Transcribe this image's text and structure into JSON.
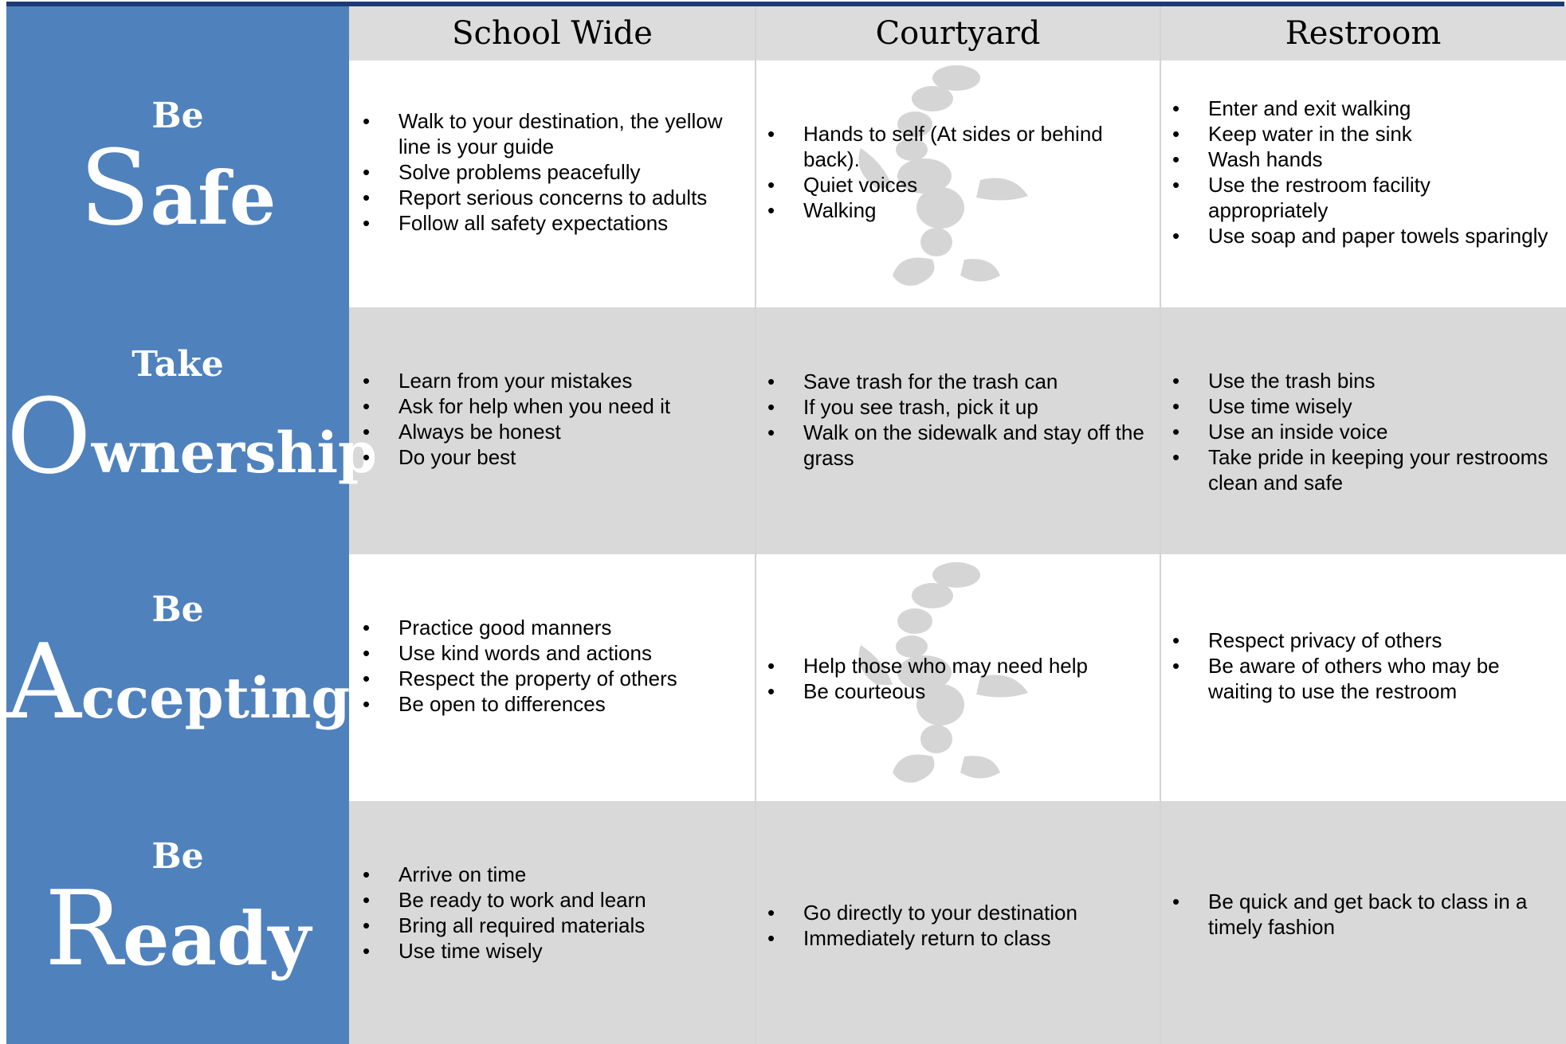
{
  "columns": [
    "School Wide",
    "Courtyard",
    "Restroom"
  ],
  "rows": [
    {
      "prefix": "Be",
      "cap": "S",
      "rest": "afe",
      "school_wide": [
        "Walk to your destination, the yellow line is your guide",
        "Solve problems peacefully",
        "Report serious concerns to adults",
        "Follow all safety expectations"
      ],
      "courtyard": [
        "Hands to self (At sides or behind back).",
        "Quiet  voices",
        "Walking"
      ],
      "restroom": [
        "Enter and exit walking",
        "Keep water in the sink",
        "Wash hands",
        "Use the restroom facility appropriately",
        "Use soap and paper towels sparingly"
      ]
    },
    {
      "prefix": "Take",
      "cap": "O",
      "rest": "wnership",
      "school_wide": [
        "Learn from your mistakes",
        "Ask for help when you need it",
        "Always be honest",
        "Do your best"
      ],
      "courtyard": [
        "Save trash for the trash can",
        " If you see trash, pick it up",
        "Walk on the sidewalk and stay off the grass"
      ],
      "restroom": [
        "Use the trash bins",
        "Use time wisely",
        "Use an inside voice",
        "Take pride in keeping your restrooms clean and safe"
      ]
    },
    {
      "prefix": "Be",
      "cap": "A",
      "rest": "ccepting",
      "school_wide": [
        "Practice good manners",
        "Use kind words and actions",
        "Respect the property of others",
        "Be open to differences"
      ],
      "courtyard": [
        "Help those who may need help",
        "Be courteous"
      ],
      "restroom": [
        "Respect privacy of others",
        "Be aware of others who may be waiting to use the restroom"
      ]
    },
    {
      "prefix": "Be",
      "cap": "R",
      "rest": "eady",
      "school_wide": [
        "Arrive on time",
        "Be ready to work and learn",
        "Bring all required materials",
        "Use time wisely"
      ],
      "courtyard": [
        "Go directly to your destination",
        "Immediately return to class"
      ],
      "restroom": [
        "Be quick and get back to class in a timely fashion"
      ]
    }
  ],
  "colors": {
    "label_bg": "#4f81bd",
    "header_bg": "#dcdcdc",
    "stripe_bg": "#d9d9d9",
    "top_rule": "#1a3a78"
  },
  "icons": {
    "watermark": "scorpion-icon"
  }
}
